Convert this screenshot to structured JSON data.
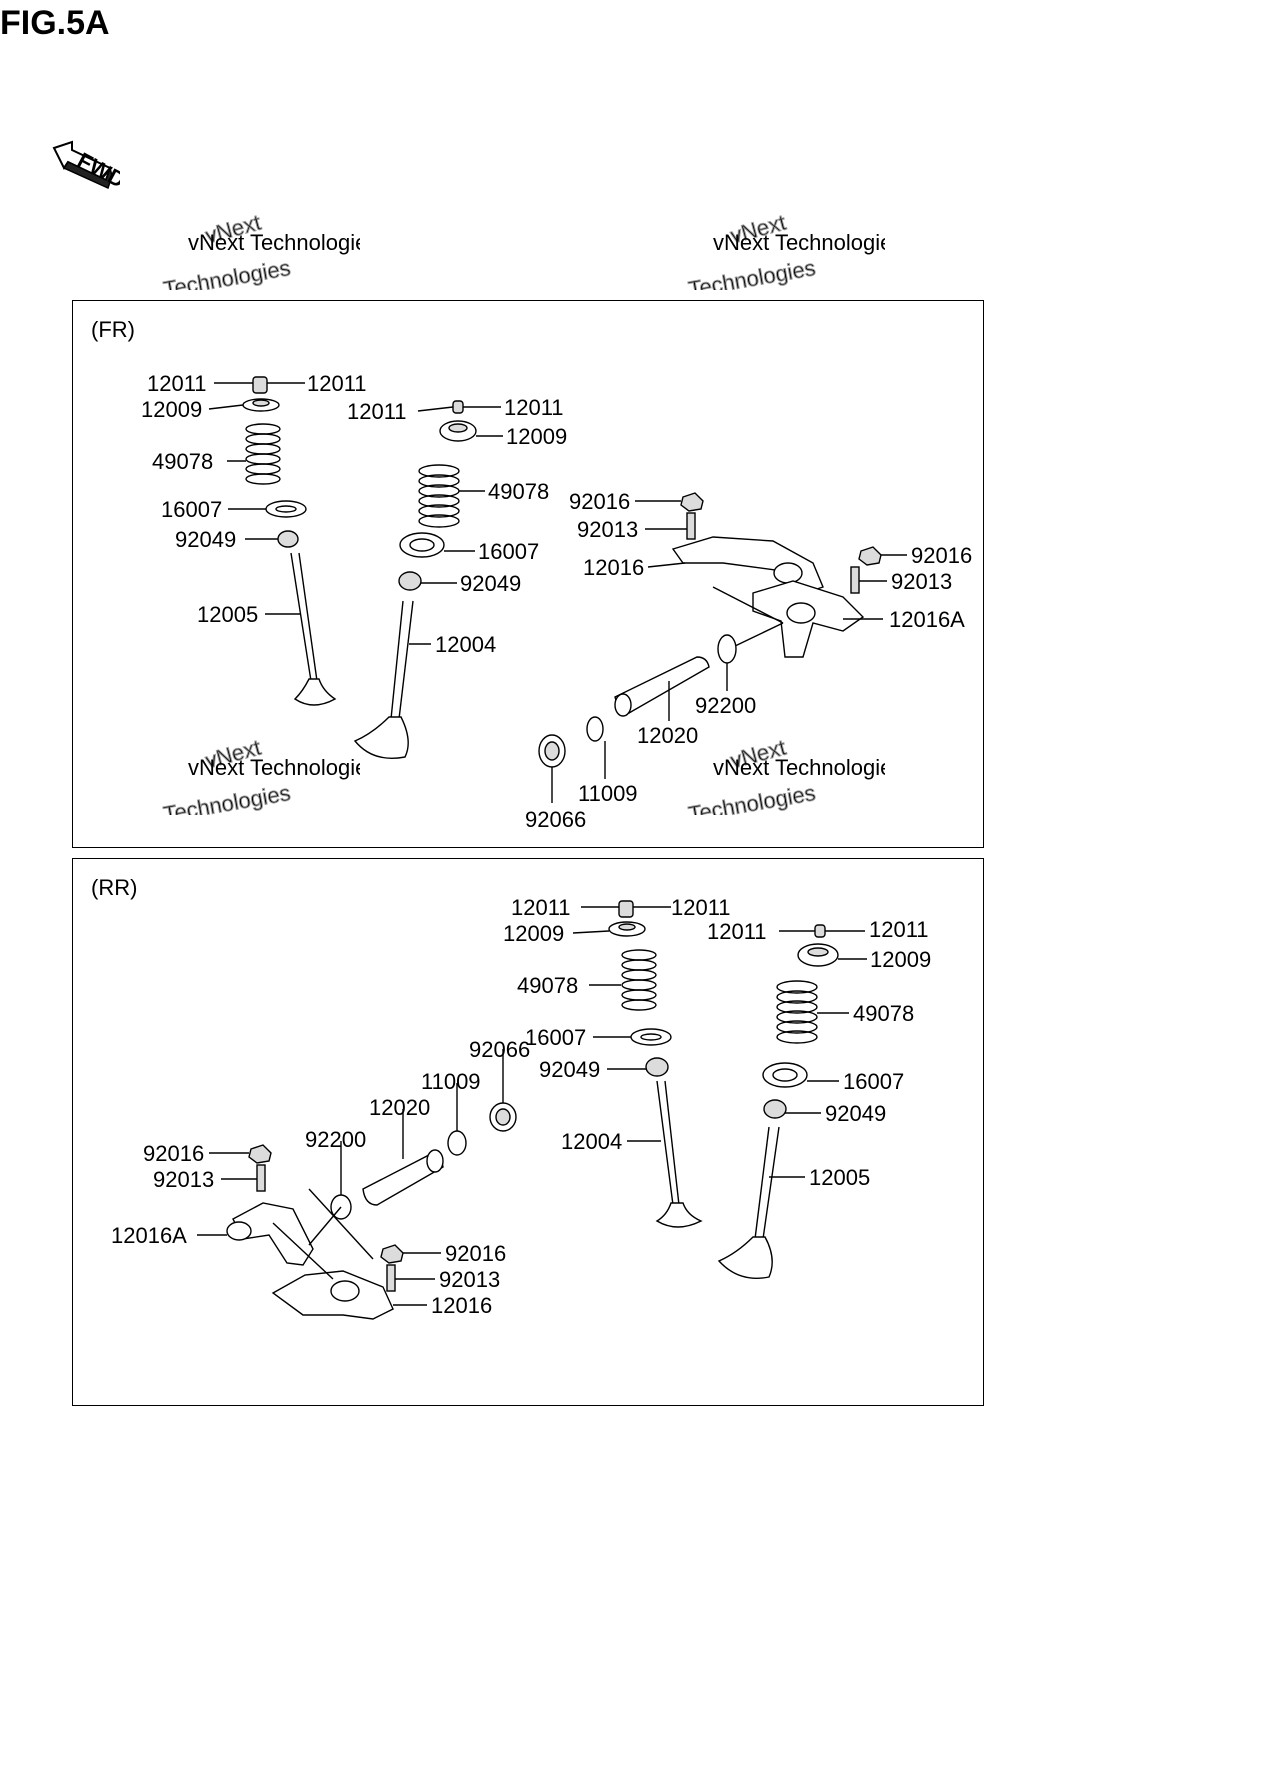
{
  "figure": {
    "title": "FIG.5A",
    "fwd_label": "FWD"
  },
  "watermark": {
    "line1": "vNext",
    "line2": "vNext Technologies",
    "line3": "Technologies"
  },
  "panels": [
    {
      "label": "(FR)",
      "callouts": [
        "12011",
        "12011",
        "12009",
        "49078",
        "16007",
        "92049",
        "12005",
        "12011",
        "12011",
        "12009",
        "49078",
        "16007",
        "92049",
        "12004",
        "92016",
        "92013",
        "12016",
        "92016",
        "92013",
        "12016A",
        "92200",
        "12020",
        "11009",
        "92066"
      ]
    },
    {
      "label": "(RR)",
      "callouts": [
        "12011",
        "12011",
        "12009",
        "49078",
        "16007",
        "92049",
        "12004",
        "12011",
        "12011",
        "12009",
        "49078",
        "16007",
        "92049",
        "12005",
        "92066",
        "11009",
        "12020",
        "92200",
        "92016",
        "92013",
        "12016A",
        "92016",
        "92013",
        "12016"
      ]
    }
  ]
}
